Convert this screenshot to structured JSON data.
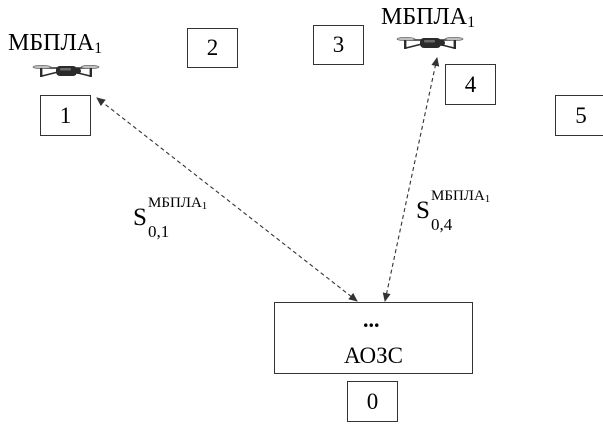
{
  "uav_label": {
    "main": "МБПЛА",
    "index": "1"
  },
  "nodes": [
    "0",
    "1",
    "2",
    "3",
    "4",
    "5"
  ],
  "station": {
    "name": "АОЗС",
    "ellipsis": "..."
  },
  "distances": [
    {
      "symbol": "S",
      "superscript": "МБПЛА",
      "superscript_index": "1",
      "subscript": "0,1"
    },
    {
      "symbol": "S",
      "superscript": "МБПЛА",
      "superscript_index": "1",
      "subscript": "0,4"
    }
  ],
  "colors": {
    "line": "#333333",
    "drone_body": "#2b2b2b",
    "drone_light": "#bfbfbf"
  },
  "icons": [
    "drone-icon",
    "arrow-icon"
  ]
}
